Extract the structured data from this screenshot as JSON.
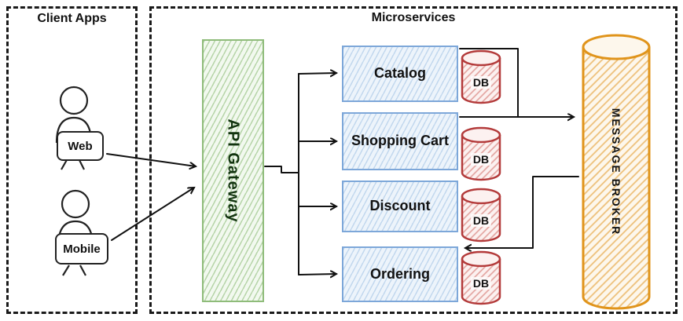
{
  "diagram": {
    "client_apps": {
      "title": "Client Apps",
      "actors": [
        {
          "label": "Web"
        },
        {
          "label": "Mobile"
        }
      ]
    },
    "microservices": {
      "title": "Microservices",
      "gateway": {
        "label": "API Gateway"
      },
      "services": [
        {
          "label": "Catalog",
          "db_label": "DB"
        },
        {
          "label": "Shopping Cart",
          "db_label": "DB"
        },
        {
          "label": "Discount",
          "db_label": "DB"
        },
        {
          "label": "Ordering",
          "db_label": "DB"
        }
      ],
      "broker": {
        "label": "MESSAGE BROKER"
      }
    },
    "colors": {
      "gateway_green": "#8fbc7a",
      "service_blue": "#7da7d9",
      "db_red": "#b33a3a",
      "broker_orange": "#e0941b",
      "line_black": "#111111"
    }
  }
}
